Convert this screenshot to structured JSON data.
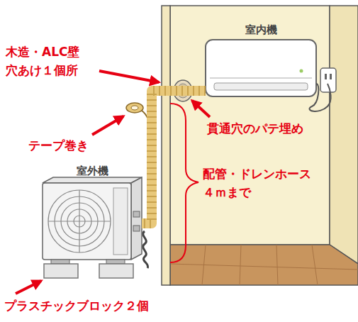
{
  "diagram": {
    "nodes": [
      {
        "text": [
          "室内機"
        ]
      },
      {
        "text": [
          "室外機"
        ]
      }
    ],
    "edges": [
      {
        "from": 0,
        "to": 1,
        "arrow": "none"
      }
    ],
    "labels": [
      "木造・ALC壁 穴あけ１個所",
      "テープ巻き",
      "貫通穴のパテ埋め",
      "配管・ドレンホース ４ｍまで",
      "プラスチックブロック２個"
    ]
  }
}
